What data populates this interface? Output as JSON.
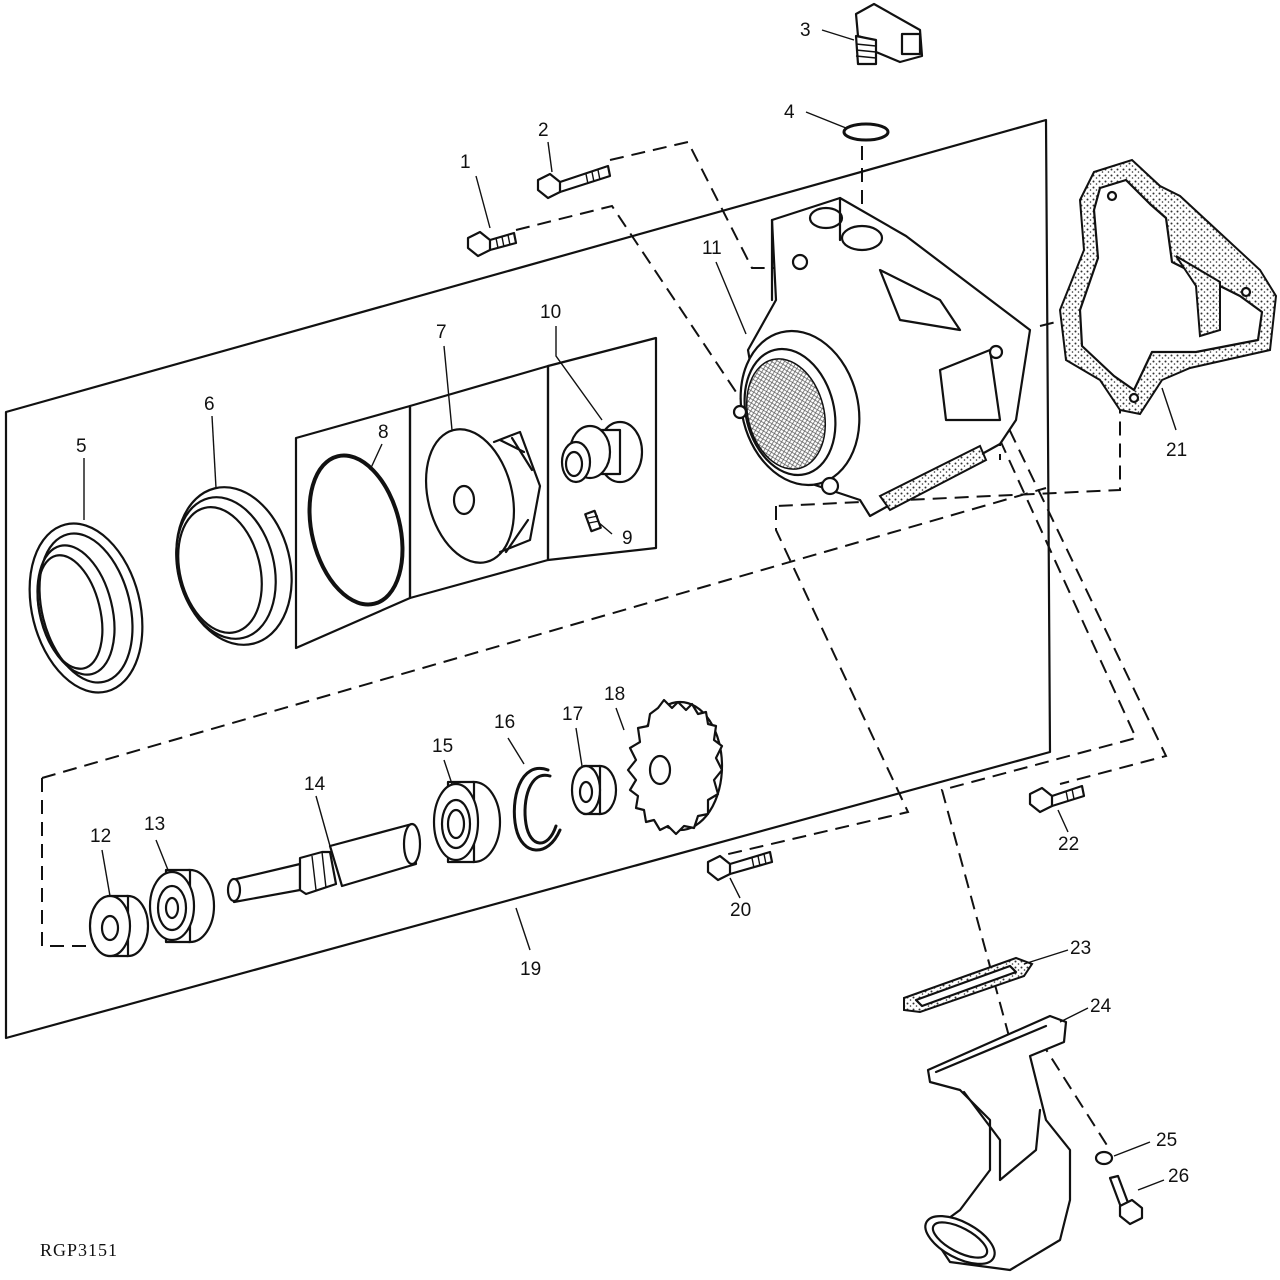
{
  "figure": {
    "reference_code": "RGP3151",
    "callouts": [
      "1",
      "2",
      "3",
      "4",
      "5",
      "6",
      "7",
      "8",
      "9",
      "10",
      "11",
      "12",
      "13",
      "14",
      "15",
      "16",
      "17",
      "18",
      "19",
      "20",
      "21",
      "22",
      "23",
      "24",
      "25",
      "26"
    ]
  }
}
